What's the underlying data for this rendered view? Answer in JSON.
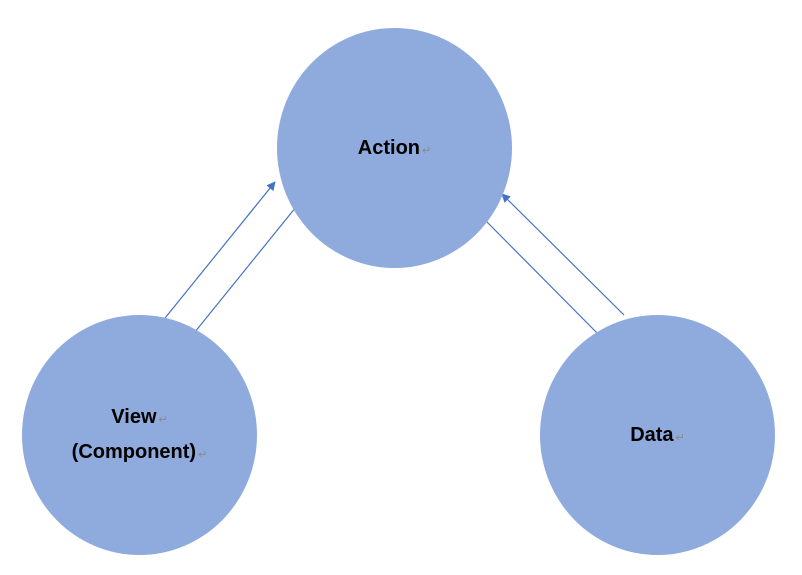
{
  "diagram": {
    "fill_color": "#8faadc",
    "arrow_color": "#4472c4",
    "nodes": {
      "action": {
        "lines": [
          "Action"
        ]
      },
      "view": {
        "lines": [
          "View",
          "(Component)"
        ]
      },
      "data": {
        "lines": [
          "Data"
        ]
      }
    },
    "paragraph_mark": "↵",
    "edges": [
      {
        "from": "view",
        "to": "action"
      },
      {
        "from": "action",
        "to": "view"
      },
      {
        "from": "action",
        "to": "data"
      },
      {
        "from": "data",
        "to": "action"
      }
    ]
  }
}
